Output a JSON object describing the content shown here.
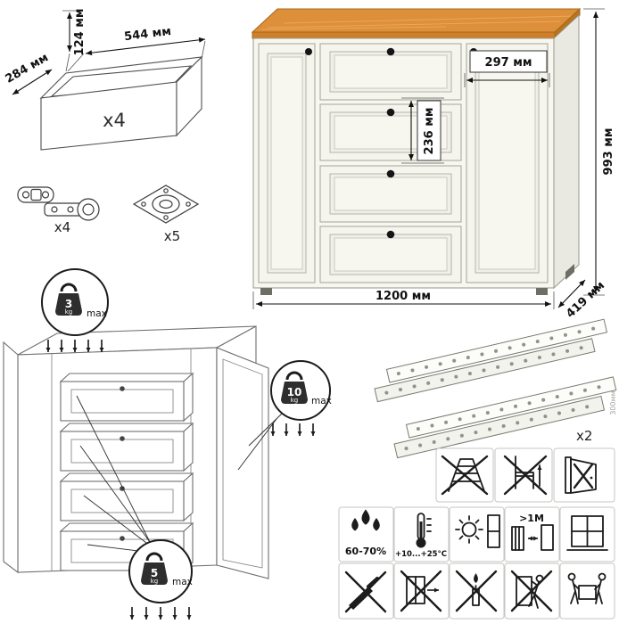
{
  "drawer_box": {
    "height": "124 мм",
    "width": "544 мм",
    "depth": "284 мм",
    "count": "x4"
  },
  "hinges": {
    "count": "x4"
  },
  "cam_lock": {
    "count": "x5"
  },
  "commode": {
    "height": "993 мм",
    "width": "1200 мм",
    "depth": "419 мм",
    "niche_width": "297 мм",
    "drawer_height": "236 мм"
  },
  "load_limits": {
    "top": {
      "value": "3",
      "unit": "kg",
      "max": "max"
    },
    "door": {
      "value": "10",
      "unit": "kg",
      "max": "max"
    },
    "drawer": {
      "value": "5",
      "unit": "kg",
      "max": "max"
    }
  },
  "slides": {
    "count": "x2",
    "length": "300мм"
  },
  "care": {
    "humidity": "60-70%",
    "temperature": "+10...+25°C",
    "distance": ">1M"
  },
  "colors": {
    "wood": "#dd8f3a",
    "body": "#f7f7f0",
    "line": "#111111"
  }
}
